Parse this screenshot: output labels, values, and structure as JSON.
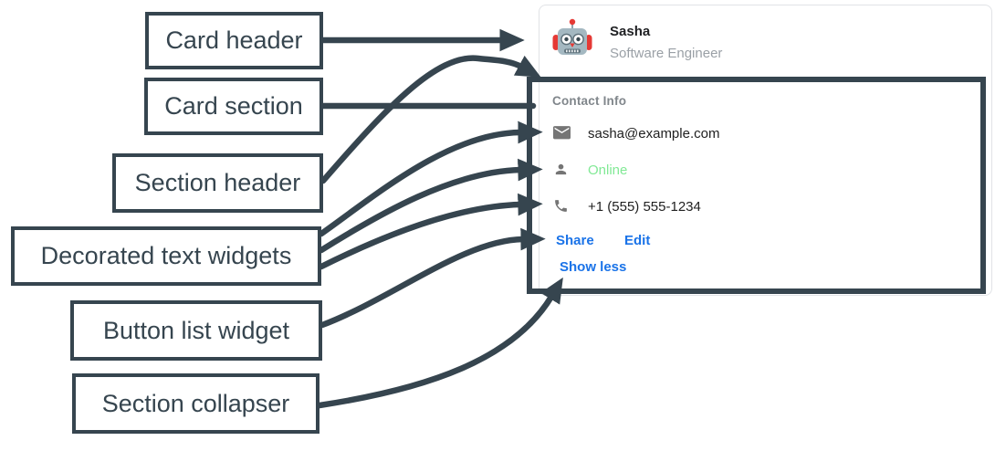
{
  "colors": {
    "annotation_dark": "#36454F",
    "link_blue": "#1A73E8",
    "online_green": "#81E995",
    "icon_gray": "#757575",
    "card_border": "#E1E3E6"
  },
  "annotations": {
    "labels": [
      {
        "text": "Card header"
      },
      {
        "text": "Card section"
      },
      {
        "text": "Section header"
      },
      {
        "text": "Decorated text widgets"
      },
      {
        "text": "Button list widget"
      },
      {
        "text": "Section collapser"
      }
    ]
  },
  "card": {
    "header": {
      "avatar_icon": "robot-avatar",
      "name": "Sasha",
      "subtitle": "Software Engineer"
    },
    "section": {
      "title": "Contact Info",
      "rows": [
        {
          "icon": "email-icon",
          "value": "sasha@example.com"
        },
        {
          "icon": "person-icon",
          "value": "Online"
        },
        {
          "icon": "phone-icon",
          "value": "+1 (555) 555-1234"
        }
      ],
      "buttons": [
        {
          "label": "Share"
        },
        {
          "label": "Edit"
        }
      ],
      "collapser_label": "Show less"
    }
  }
}
